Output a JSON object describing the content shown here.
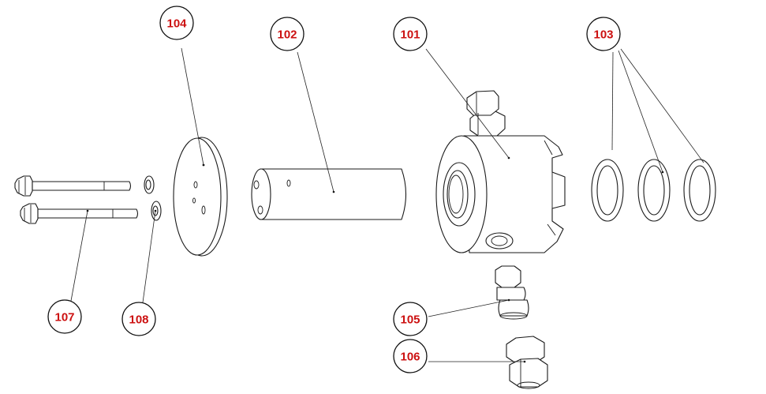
{
  "colors": {
    "label_text": "#cc1111",
    "line": "#1a1a1a",
    "background": "#ffffff"
  },
  "callouts": {
    "c101": "101",
    "c102": "102",
    "c103": "103",
    "c104": "104",
    "c105": "105",
    "c106": "106",
    "c107": "107",
    "c108": "108"
  }
}
